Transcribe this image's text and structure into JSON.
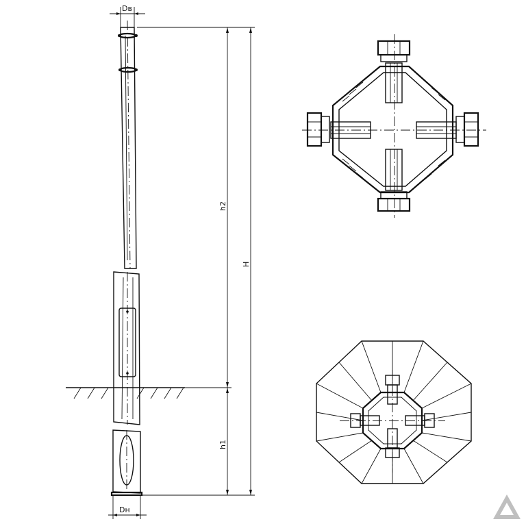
{
  "labels": {
    "top_diameter": "Dв",
    "bottom_diameter": "Dн",
    "height_total": "H",
    "height_above_ground": "h2",
    "height_embedded": "h1"
  },
  "icons": {
    "watermark": "triangle-logo-icon"
  }
}
